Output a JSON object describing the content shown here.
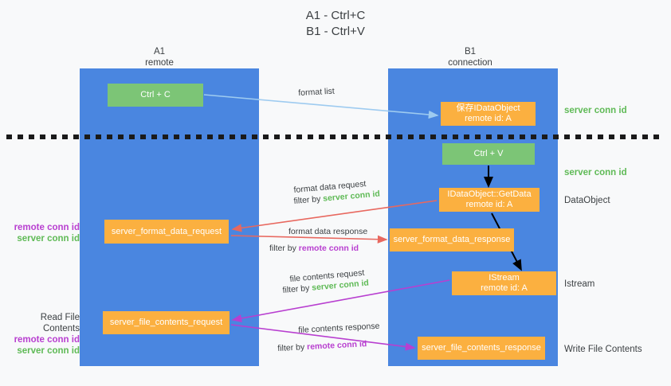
{
  "title": {
    "line1": "A1 - Ctrl+C",
    "line2": "B1 - Ctrl+V"
  },
  "columns": [
    {
      "id": "a1",
      "name": "A1",
      "role": "remote"
    },
    {
      "id": "b1",
      "name": "B1",
      "role": "connection"
    }
  ],
  "boxes": {
    "ctrl_c": "Ctrl + C",
    "save_idataobject_l1": "保存IDataObject",
    "save_idataobject_l2": "remote id: A",
    "ctrl_v": "Ctrl + V",
    "getdata_l1": "IDataObject::GetData",
    "getdata_l2": "remote id: A",
    "format_data_request": "server_format_data_request",
    "format_data_response": "server_format_data_response",
    "istream_l1": "IStream",
    "istream_l2": "remote id: A",
    "file_contents_request": "server_file_contents_request",
    "file_contents_response": "server_file_contents_response"
  },
  "notes": {
    "server_conn_id_top": "server conn id",
    "server_conn_id_mid": "server conn id",
    "dataobject": "DataObject",
    "istream": "Istream",
    "write_file_contents": "Write File Contents",
    "read_file_contents": "Read File Contents",
    "remote_conn_id": "remote conn id",
    "server_conn_id": "server conn id"
  },
  "arrow_labels": {
    "format_list": "format list",
    "format_data_request": "format data request",
    "format_data_request_filter_pre": "filter by ",
    "format_data_request_filter_key": "server conn id",
    "format_data_response": "format data response",
    "format_data_response_filter_pre": "filter by ",
    "format_data_response_filter_key": "remote conn id",
    "file_contents_request": "file contents request",
    "file_contents_request_filter_pre": "filter by ",
    "file_contents_request_filter_key": "server conn id",
    "file_contents_response": "file contents response",
    "file_contents_response_filter_pre": "filter by ",
    "file_contents_response_filter_key": "remote conn id"
  },
  "colors": {
    "background": "#f8f9fa",
    "lane": "#4a86e0",
    "green_box": "#7cc576",
    "orange_box": "#fbb040",
    "green_text": "#5fba56",
    "purple_text": "#b83fd0",
    "arrow_light_blue": "#9ecbf0",
    "arrow_red": "#e8685f",
    "arrow_purple": "#b83fd0",
    "arrow_black": "#000000",
    "divider": "#1a1a1a"
  }
}
